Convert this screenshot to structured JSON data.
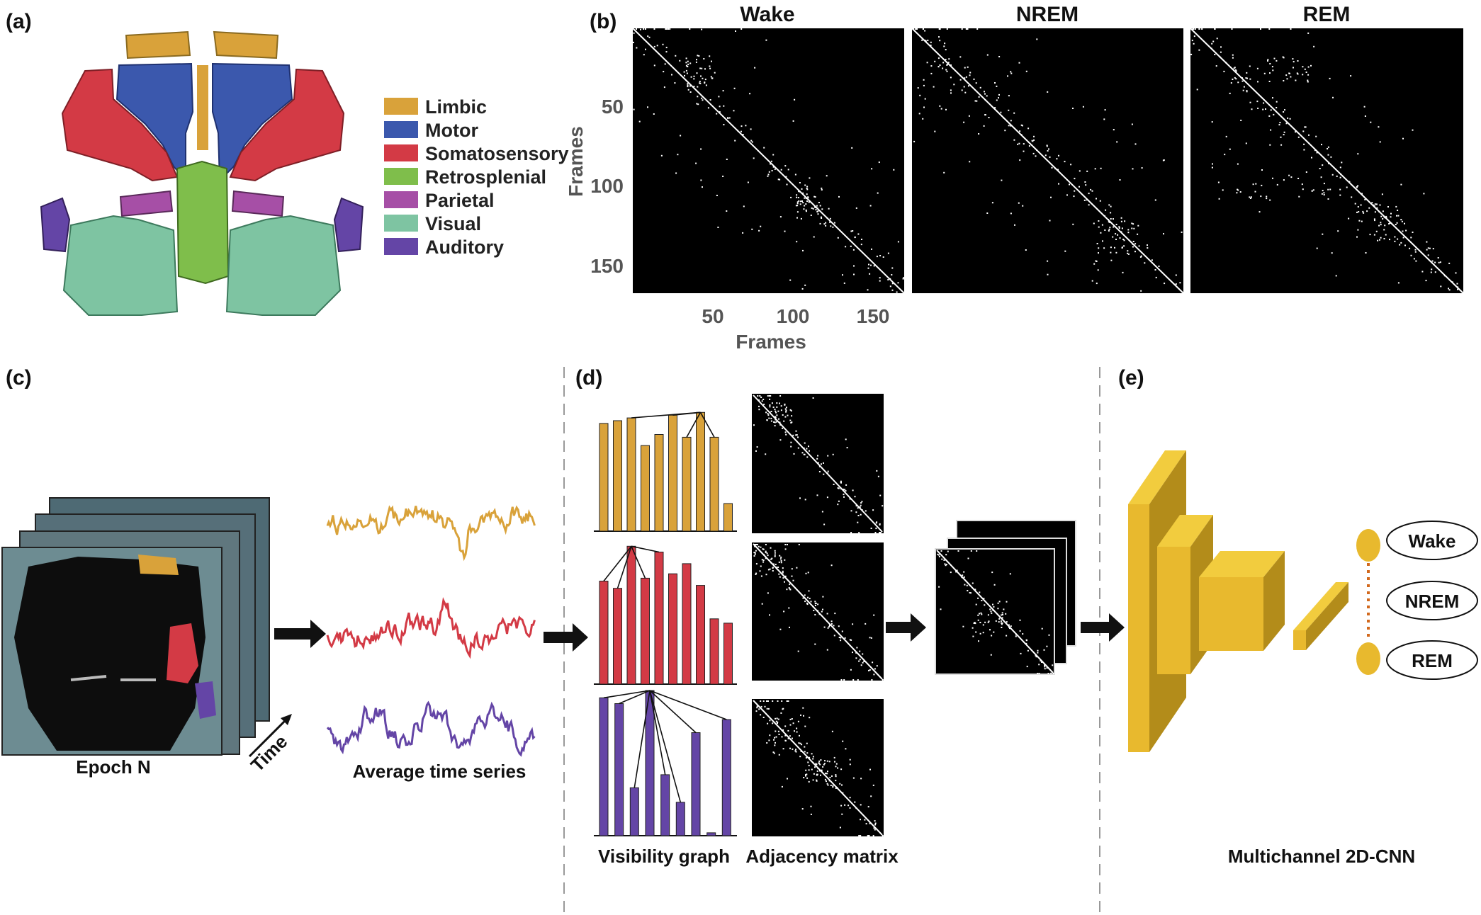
{
  "panels": {
    "a": "(a)",
    "b": "(b)",
    "c": "(c)",
    "d": "(d)",
    "e": "(e)"
  },
  "regions": [
    {
      "name": "Limbic",
      "color": "#d9a23a"
    },
    {
      "name": "Motor",
      "color": "#3b58ad"
    },
    {
      "name": "Somatosensory",
      "color": "#d33a45"
    },
    {
      "name": "Retrosplenial",
      "color": "#7fbe4b"
    },
    {
      "name": "Parietal",
      "color": "#a64fa6"
    },
    {
      "name": "Visual",
      "color": "#7ec4a2"
    },
    {
      "name": "Auditory",
      "color": "#6445a6"
    }
  ],
  "matrices": {
    "states": [
      "Wake",
      "NREM",
      "REM"
    ],
    "ylabel": "Frames",
    "xlabel": "Frames",
    "yticks": [
      "50",
      "100",
      "150"
    ],
    "xticks": [
      "50",
      "100",
      "150"
    ]
  },
  "captions": {
    "epoch": "Epoch N",
    "time": "Time",
    "average": "Average time series",
    "visibility": "Visibility graph",
    "adjacency": "Adjacency matrix",
    "cnn": "Multichannel 2D-CNN"
  },
  "outputs": [
    "Wake",
    "NREM",
    "REM"
  ],
  "series_colors": [
    "#d9a23a",
    "#d33a45",
    "#6445a6"
  ],
  "visibility_bars": [
    {
      "color": "#d9a23a",
      "values": [
        0.78,
        0.8,
        0.82,
        0.62,
        0.7,
        0.84,
        0.68,
        0.86,
        0.68,
        0.2
      ]
    },
    {
      "color": "#d33a45",
      "values": [
        0.71,
        0.66,
        0.95,
        0.73,
        0.91,
        0.76,
        0.83,
        0.68,
        0.45,
        0.42
      ]
    },
    {
      "color": "#6445a6",
      "values": [
        0.95,
        0.91,
        0.33,
        1.0,
        0.42,
        0.23,
        0.71,
        0.02,
        0.8
      ]
    }
  ]
}
